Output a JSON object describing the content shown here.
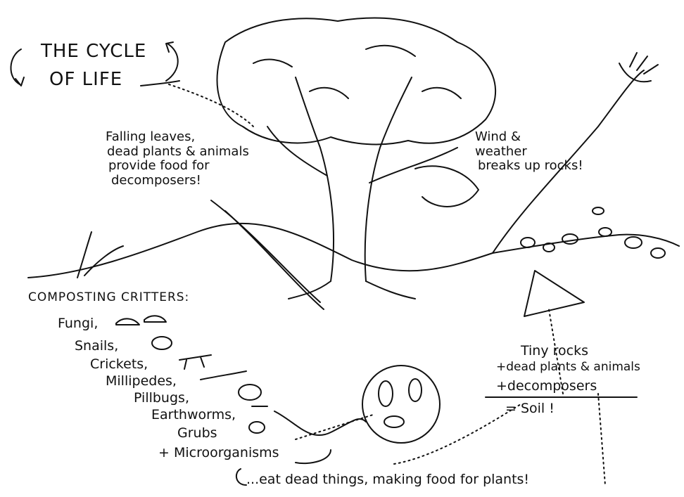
{
  "title": {
    "line1": "THE CYCLE",
    "line2": "OF LIFE"
  },
  "notes": {
    "leaves": [
      "Falling leaves,",
      "dead plants & animals",
      "provide food for",
      "decomposers!"
    ],
    "weather": [
      "Wind &",
      "weather",
      "breaks up rocks!"
    ]
  },
  "critters": {
    "heading": "COMPOSTING CRITTERS:",
    "items": [
      "Fungi,",
      "Snails,",
      "Crickets,",
      "Millipedes,",
      "Pillbugs,",
      "Earthworms,",
      "Grubs",
      "+ Microorganisms"
    ]
  },
  "soil_equation": {
    "line1": "Tiny rocks",
    "line2": "+dead plants & animals",
    "line3": "+decomposers",
    "result": "= Soil !"
  },
  "bottom_caption": "...eat dead things, making food for plants!"
}
